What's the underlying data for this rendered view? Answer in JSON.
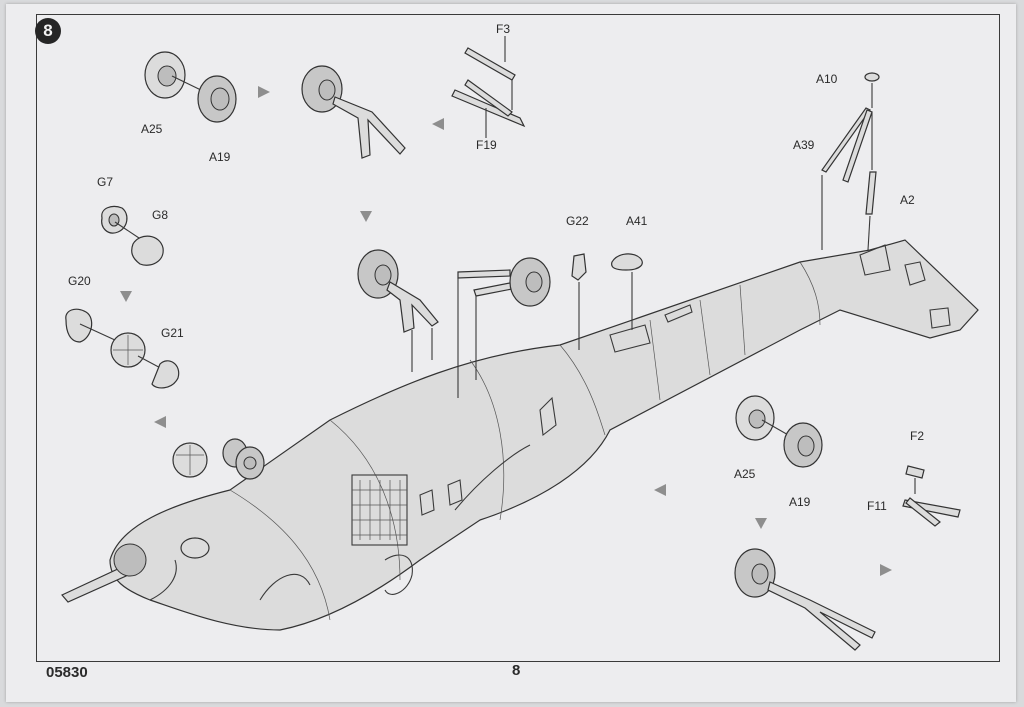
{
  "step": {
    "number": "8"
  },
  "footer": {
    "kit_number": "05830",
    "page": "8"
  },
  "parts": {
    "a25_top": "A25",
    "a19_top": "A19",
    "f3": "F3",
    "f19": "F19",
    "g7": "G7",
    "g8": "G8",
    "g20": "G20",
    "g21": "G21",
    "g22": "G22",
    "a41": "A41",
    "a10": "A10",
    "a39": "A39",
    "a2": "A2",
    "a25_bottom": "A25",
    "a19_bottom": "A19",
    "f2": "F2",
    "f11": "F11"
  },
  "icons": [
    "step-arrow-icon"
  ]
}
